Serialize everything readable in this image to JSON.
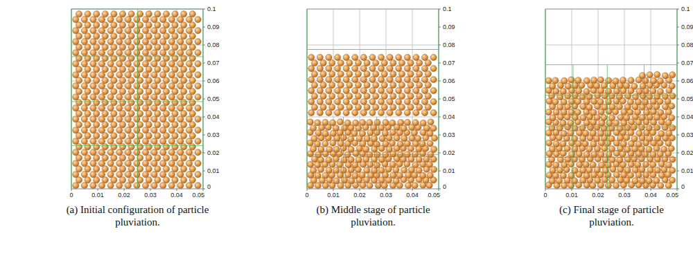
{
  "diagram": {
    "labels": [
      "0.1",
      "0.09",
      "0.08",
      "0.07",
      "0.06",
      "0.05",
      "0.04",
      "0.03",
      "0.02",
      "0.01",
      "0",
      "0",
      "0.01",
      "0.02",
      "0.03",
      "0.04",
      "0.05",
      "(a) Initial configuration of particle pluviation.",
      "0.1",
      "0.09",
      "0.08",
      "0.07",
      "0.06",
      "0.05",
      "0.04",
      "0.03",
      "0.02",
      "0.01",
      "0",
      "0",
      "0.01",
      "0.02",
      "0.03",
      "0.04",
      "0.05",
      "(b) Middle stage of particle pluviation.",
      "0.1",
      "0.09",
      "0.08",
      "0.07",
      "0.06",
      "0.05",
      "0.04",
      "0.03",
      "0.02",
      "0.01",
      "0",
      "0",
      "0.01",
      "0.02",
      "0.03",
      "0.04",
      "0.05",
      "(c) Final stage of particle pluviation."
    ]
  }
}
